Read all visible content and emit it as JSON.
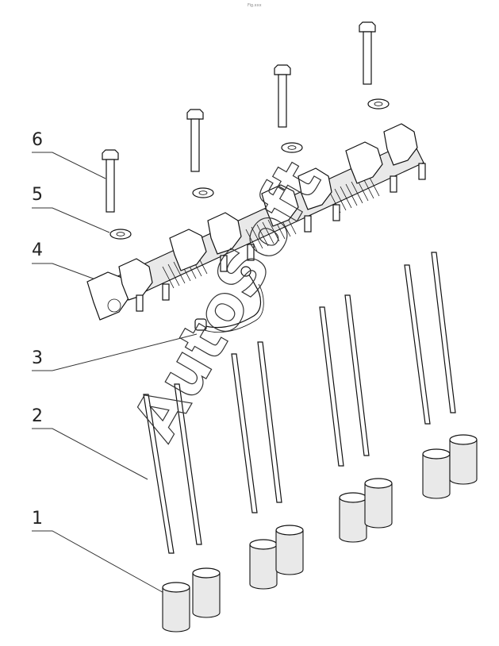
{
  "diagram": {
    "callouts": [
      "6",
      "5",
      "4",
      "3",
      "2",
      "1"
    ],
    "watermark": "AutoSoft",
    "top_tag": "Fig.xxx"
  }
}
